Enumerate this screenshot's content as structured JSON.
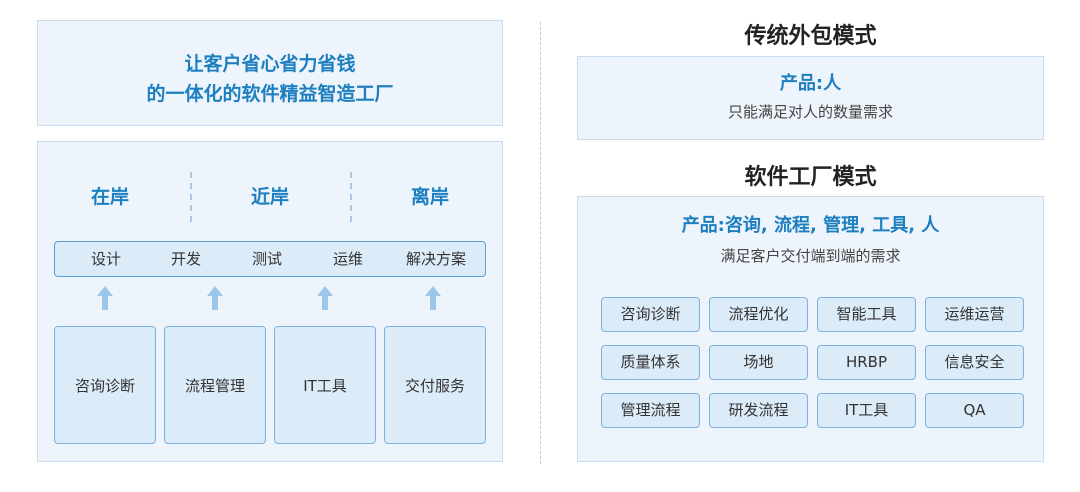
{
  "slogan": {
    "line1": "让客户省心省力省钱",
    "line2": "的一体化的软件精益智造工厂"
  },
  "shores": [
    "在岸",
    "近岸",
    "离岸"
  ],
  "process": [
    "设计",
    "开发",
    "测试",
    "运维",
    "解决方案"
  ],
  "services": [
    "咨询诊断",
    "流程管理",
    "IT工具",
    "交付服务"
  ],
  "traditional": {
    "heading": "传统外包模式",
    "product": "产品:人",
    "desc": "只能满足对人的数量需求"
  },
  "factory": {
    "heading": "软件工厂模式",
    "product": "产品:咨询, 流程, 管理, 工具, 人",
    "desc": "满足客户交付端到端的需求",
    "chips": [
      "咨询诊断",
      "流程优化",
      "智能工具",
      "运维运营",
      "质量体系",
      "场地",
      "HRBP",
      "信息安全",
      "管理流程",
      "研发流程",
      "IT工具",
      "QA"
    ]
  },
  "colors": {
    "accent": "#1d7fc0",
    "panel": "#edf4fb",
    "border": "#c7dcef"
  }
}
